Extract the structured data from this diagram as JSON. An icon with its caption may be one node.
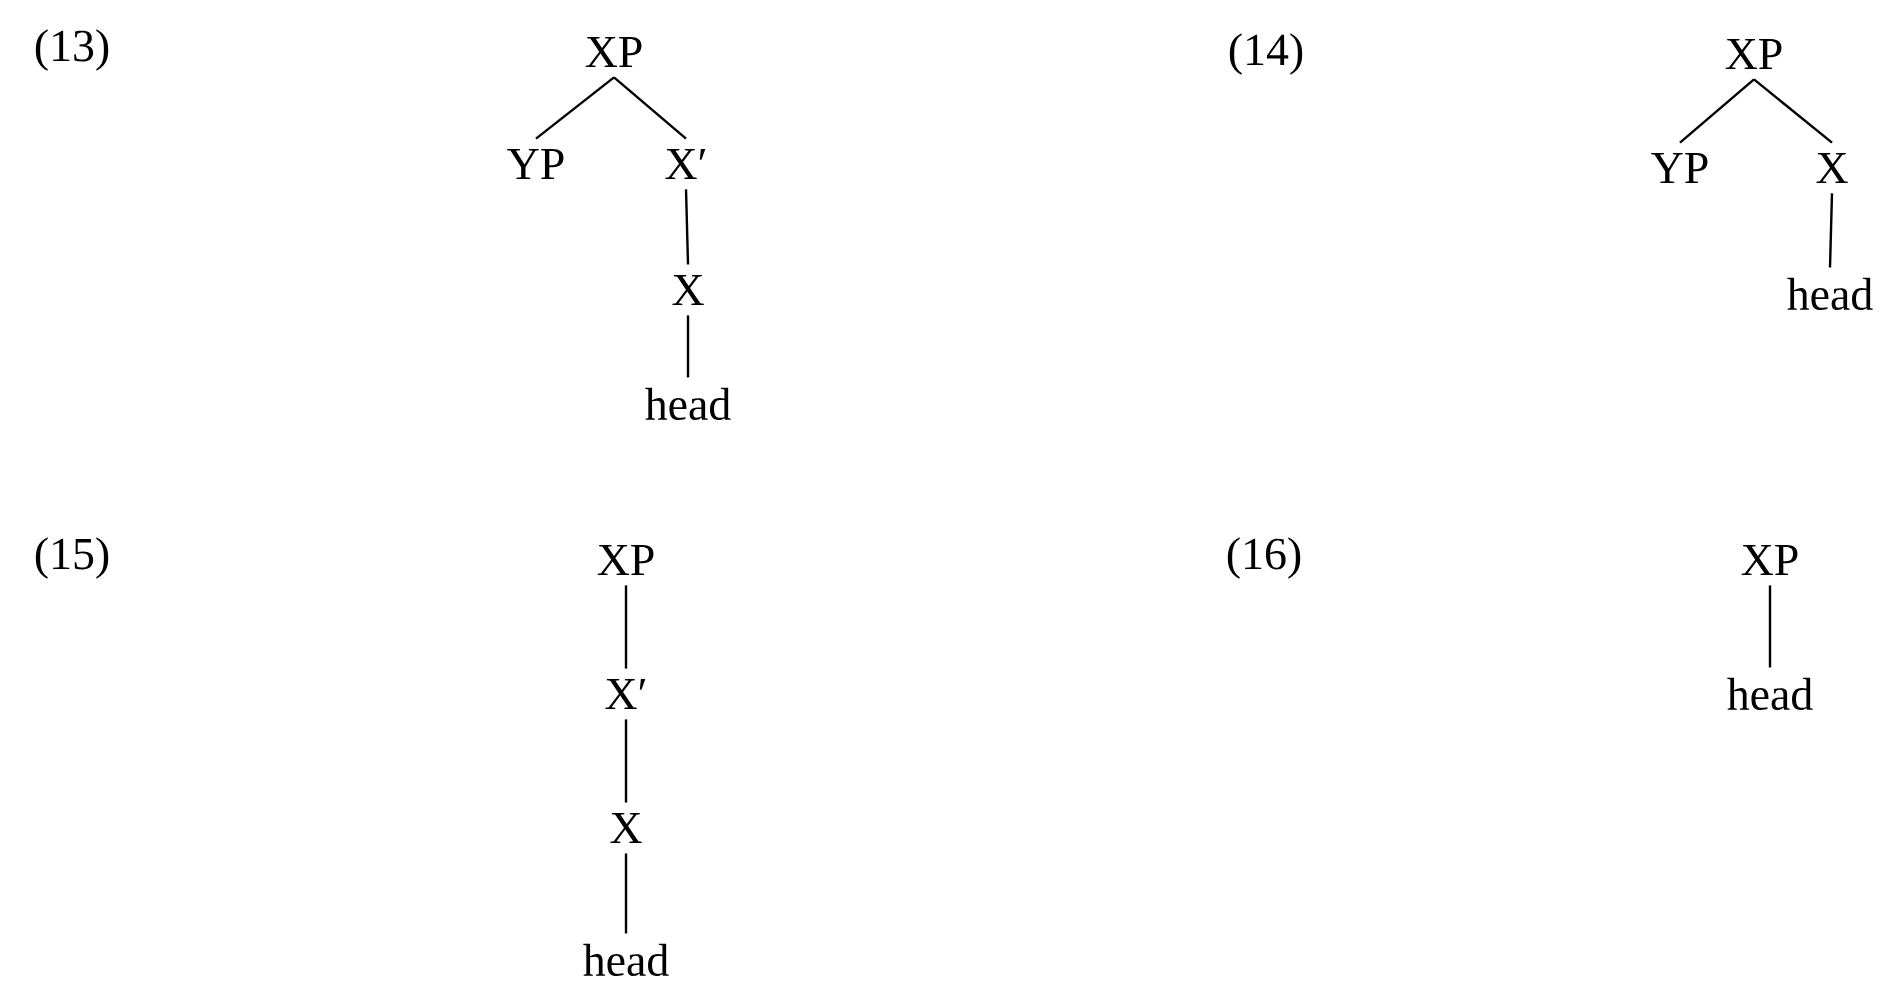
{
  "diagram": {
    "nodes": [
      {
        "text": [
          "XP"
        ]
      },
      {
        "text": [
          "YP"
        ]
      },
      {
        "text": [
          "X′"
        ]
      },
      {
        "text": [
          "X"
        ]
      },
      {
        "text": [
          "head"
        ]
      },
      {
        "text": [
          "XP"
        ]
      },
      {
        "text": [
          "YP"
        ]
      },
      {
        "text": [
          "X"
        ]
      },
      {
        "text": [
          "head"
        ]
      },
      {
        "text": [
          "XP"
        ]
      },
      {
        "text": [
          "X′"
        ]
      },
      {
        "text": [
          "X"
        ]
      },
      {
        "text": [
          "head"
        ]
      },
      {
        "text": [
          "XP"
        ]
      },
      {
        "text": [
          "head"
        ]
      }
    ],
    "edges": [
      {
        "from": 0,
        "to": 1,
        "arrow": "none"
      },
      {
        "from": 0,
        "to": 2,
        "arrow": "none"
      },
      {
        "from": 2,
        "to": 3,
        "arrow": "none"
      },
      {
        "from": 3,
        "to": 4,
        "arrow": "none"
      },
      {
        "from": 5,
        "to": 6,
        "arrow": "none"
      },
      {
        "from": 5,
        "to": 7,
        "arrow": "none"
      },
      {
        "from": 7,
        "to": 8,
        "arrow": "none"
      },
      {
        "from": 9,
        "to": 10,
        "arrow": "none"
      },
      {
        "from": 10,
        "to": 11,
        "arrow": "none"
      },
      {
        "from": 11,
        "to": 12,
        "arrow": "none"
      },
      {
        "from": 13,
        "to": 14,
        "arrow": "none"
      }
    ],
    "labels": [
      "(13)",
      "(14)",
      "(15)",
      "(16)"
    ]
  }
}
